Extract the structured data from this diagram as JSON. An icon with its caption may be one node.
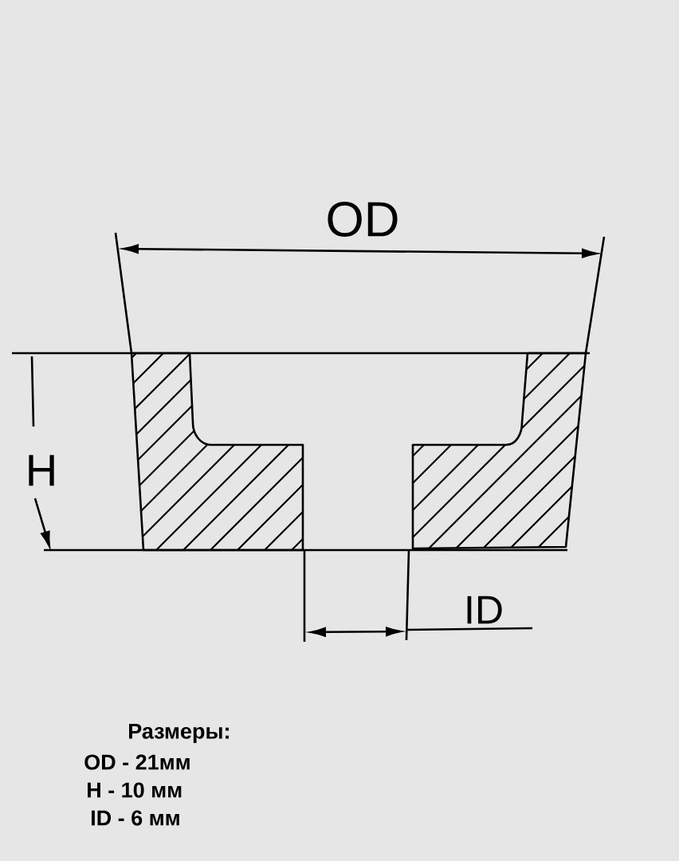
{
  "diagram": {
    "labels": [
      "OD",
      "H",
      "ID",
      "Размеры:",
      "OD - 21мм",
      "H - 10 мм",
      "ID - 6 мм"
    ]
  }
}
